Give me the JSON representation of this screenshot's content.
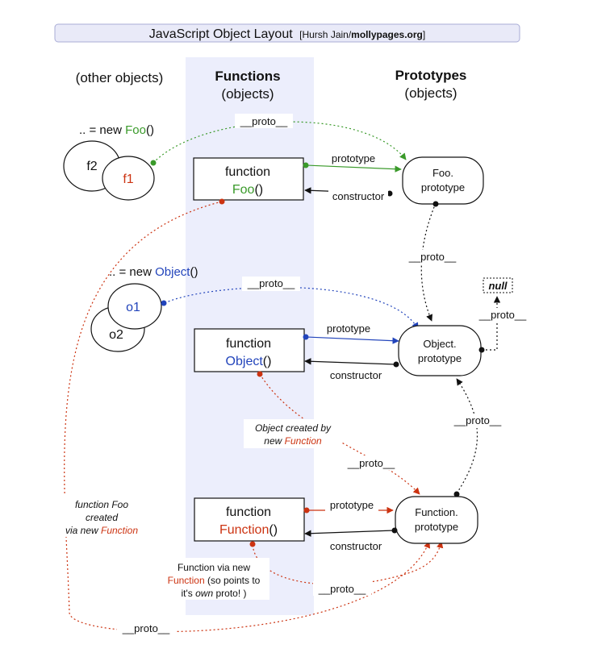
{
  "title": {
    "main": "JavaScript Object Layout",
    "credit_prefix": "Hursh Jain/",
    "credit_site": "mollypages.org"
  },
  "columns": {
    "other": "(other objects)",
    "functions": "Functions",
    "functions_sub": "(objects)",
    "prototypes": "Prototypes",
    "prototypes_sub": "(objects)"
  },
  "instances": {
    "new_foo_prefix": ".. = new ",
    "new_foo_name": "Foo",
    "new_foo_suffix": "()",
    "f1": "f1",
    "f2": "f2",
    "new_object_prefix": ".. = new ",
    "new_object_name": "Object",
    "new_object_suffix": "()",
    "o1": "o1",
    "o2": "o2"
  },
  "functions": {
    "keyword": "function",
    "foo_name": "Foo",
    "object_name": "Object",
    "function_name": "Function",
    "call_suffix": "()"
  },
  "prototypes": {
    "foo_line1": "Foo.",
    "foo_line2": "prototype",
    "object_line1": "Object.",
    "object_line2": "prototype",
    "function_line1": "Function.",
    "function_line2": "prototype",
    "null": "null"
  },
  "labels": {
    "proto": "__proto__",
    "prototype": "prototype",
    "constructor": "constructor"
  },
  "notes": {
    "object_created_line1": "Object created by",
    "object_created_line2_prefix": "new ",
    "object_created_line2_name": "Function",
    "foo_created_line1": "function Foo",
    "foo_created_line2": "created",
    "foo_created_line3_prefix": "via new ",
    "foo_created_line3_name": "Function",
    "function_via_line1": "Function via new",
    "function_via_line2_name": "Function",
    "function_via_line2_suffix": " (so points to",
    "function_via_line3_prefix": "it's ",
    "function_via_line3_em": "own",
    "function_via_line3_suffix": " proto! )"
  },
  "colors": {
    "foo": "#3a9a2a",
    "object": "#2244bb",
    "function": "#cc3311",
    "functions_column_bg": "#eceefc",
    "title_bar_bg": "#e9eaf8"
  }
}
